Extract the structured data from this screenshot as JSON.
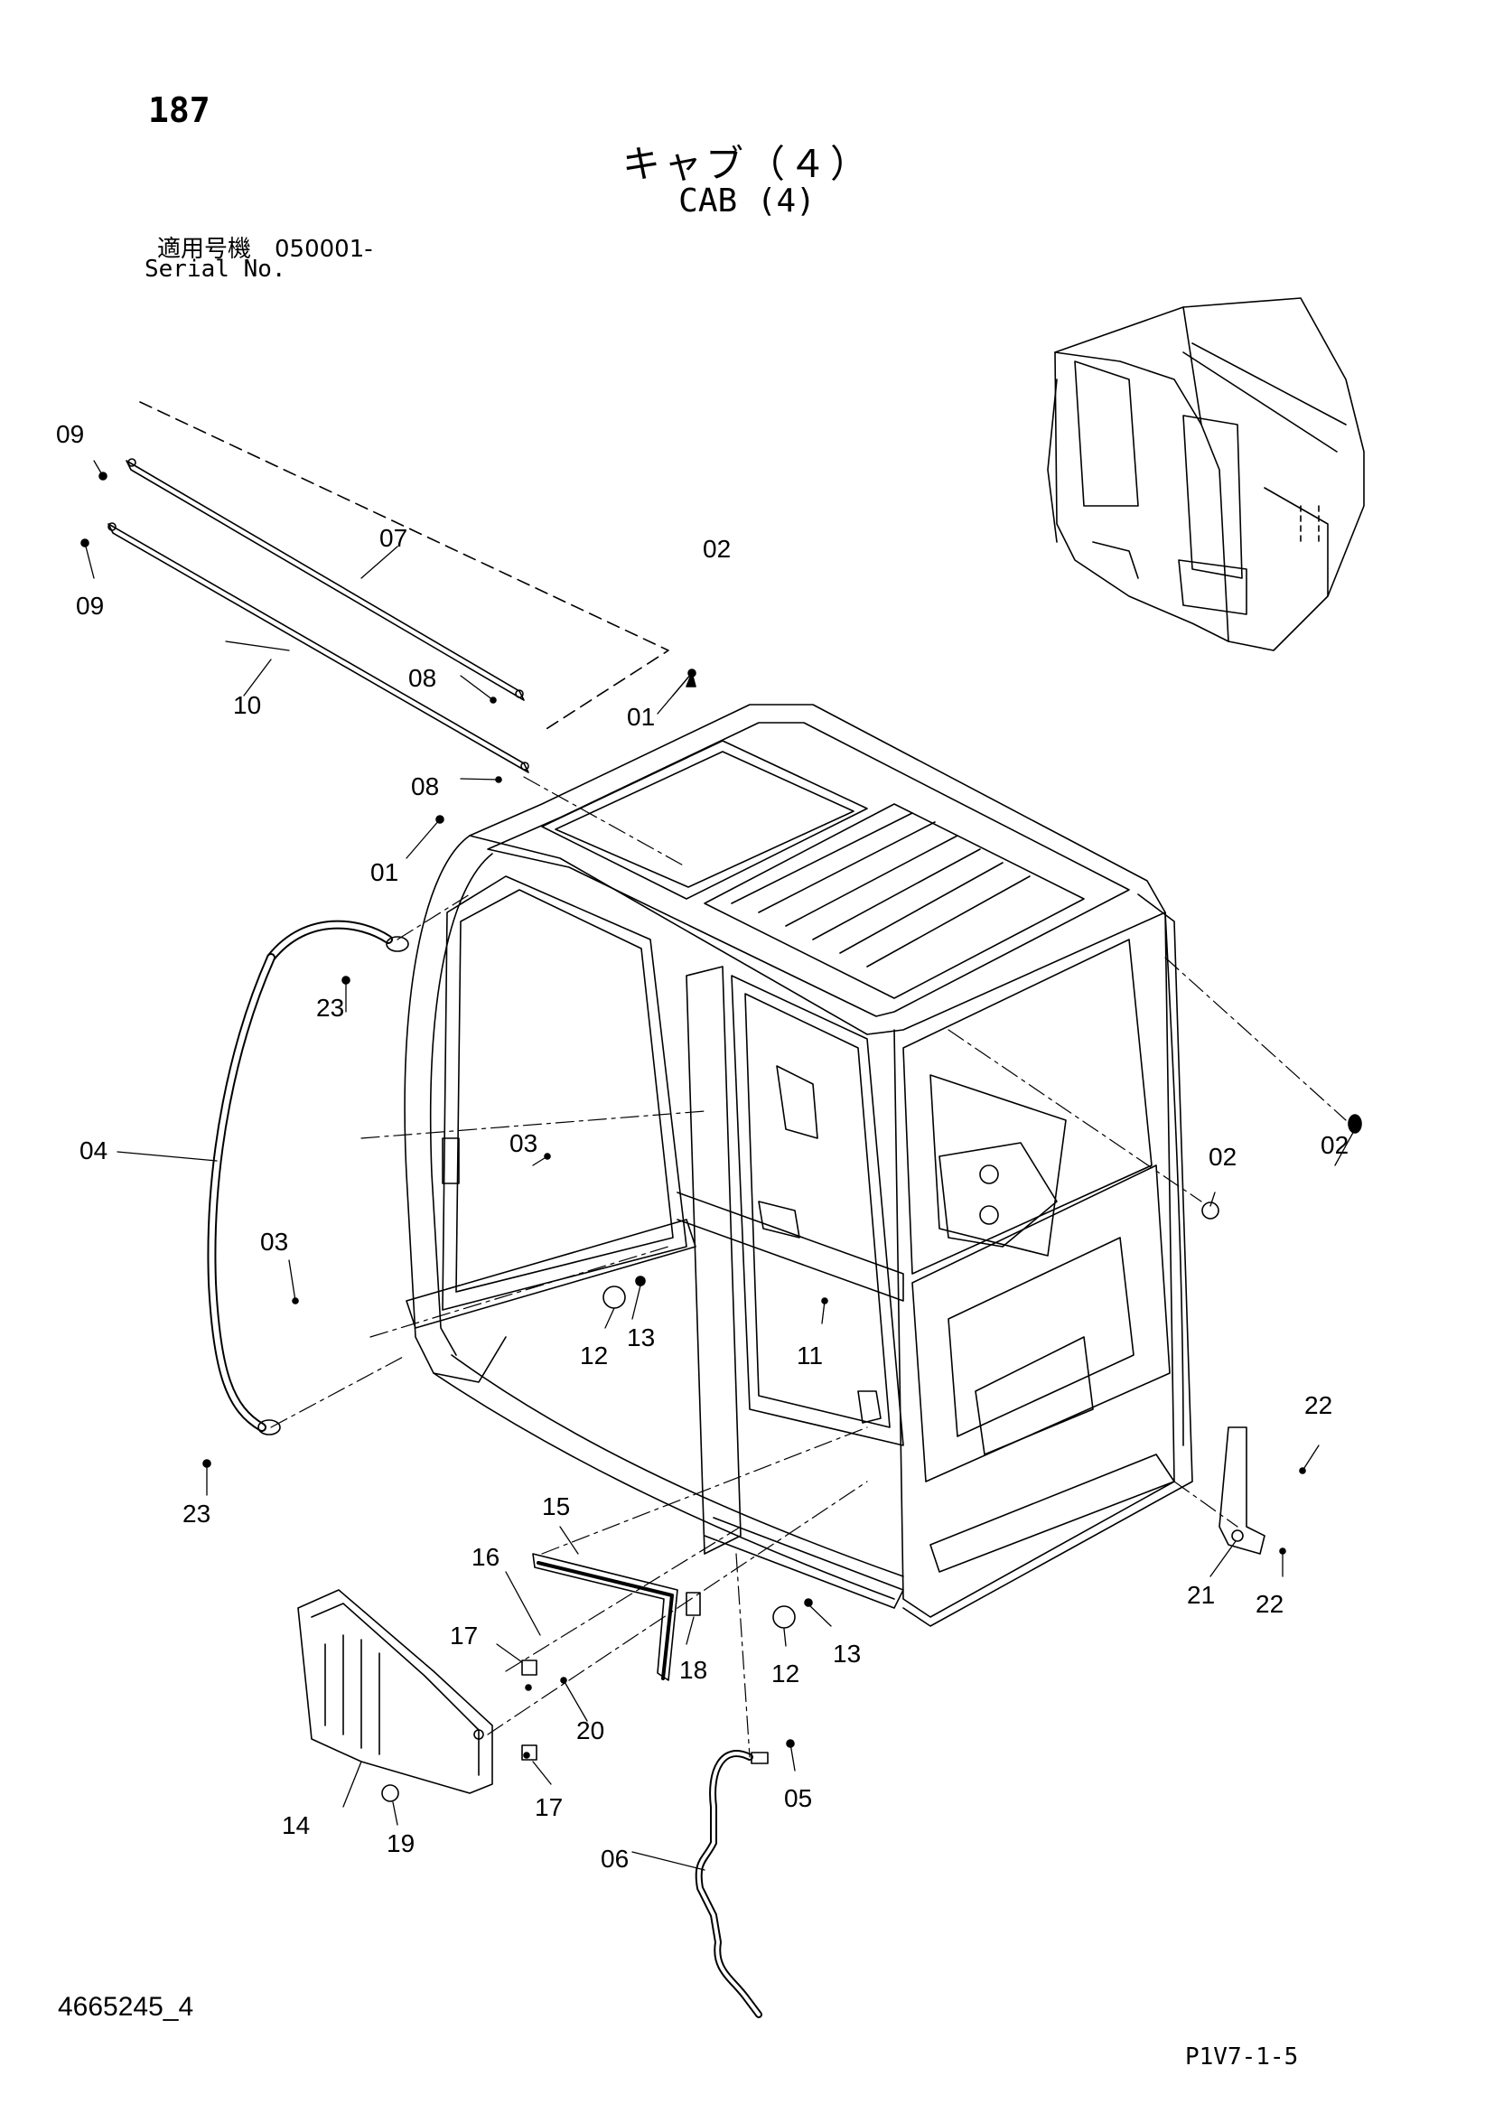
{
  "header": {
    "page_number": "187",
    "title_jp": "キャブ（４）",
    "title_en": "CAB (4)",
    "serial_label_jp": "適用号機　050001-",
    "serial_label_en": "Serial No."
  },
  "footer": {
    "document_number": "4665245_4",
    "page_code": "P1V7-1-5"
  },
  "callouts": [
    "09",
    "09",
    "07",
    "10",
    "08",
    "08",
    "02",
    "01",
    "01",
    "23",
    "04",
    "03",
    "03",
    "02",
    "02",
    "12",
    "13",
    "11",
    "23",
    "22",
    "15",
    "16",
    "17",
    "18",
    "12",
    "13",
    "21",
    "22",
    "20",
    "17",
    "05",
    "14",
    "19",
    "06"
  ]
}
